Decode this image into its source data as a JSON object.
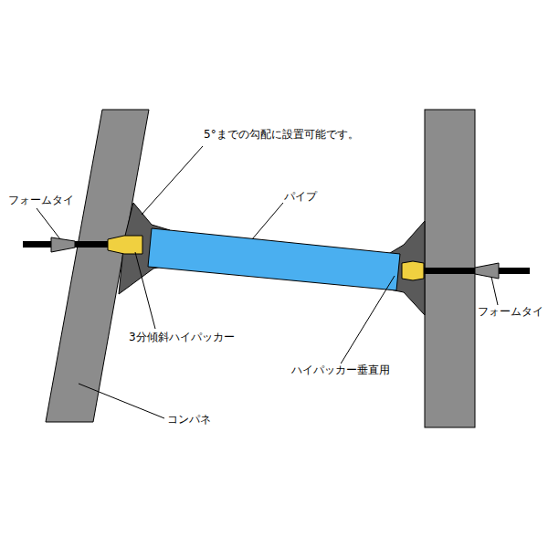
{
  "diagram": {
    "labels": [
      "5°までの勾配に設置可能です。",
      "フォームタイ",
      "パイプ",
      "3分傾斜ハイパッカー",
      "ハイパッカー垂直用",
      "フォームタイ",
      "コンパネ"
    ]
  }
}
